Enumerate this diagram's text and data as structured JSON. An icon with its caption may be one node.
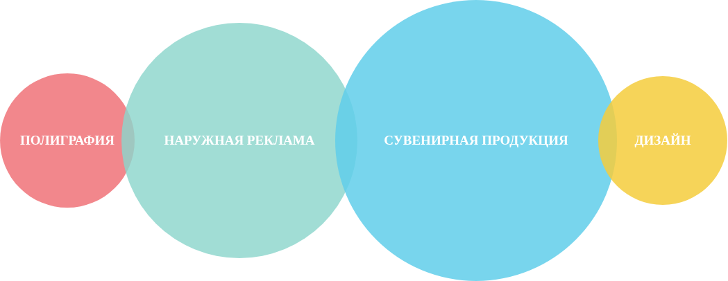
{
  "diagram": {
    "nodes": [
      {
        "text": [
          "ПОЛИГРАФИЯ"
        ]
      },
      {
        "text": [
          "НАРУЖНАЯ РЕКЛАМА"
        ]
      },
      {
        "text": [
          "СУВЕНИРНАЯ ПРОДУКЦИЯ"
        ]
      },
      {
        "text": [
          "ДИЗАЙН"
        ]
      }
    ],
    "edges": []
  }
}
